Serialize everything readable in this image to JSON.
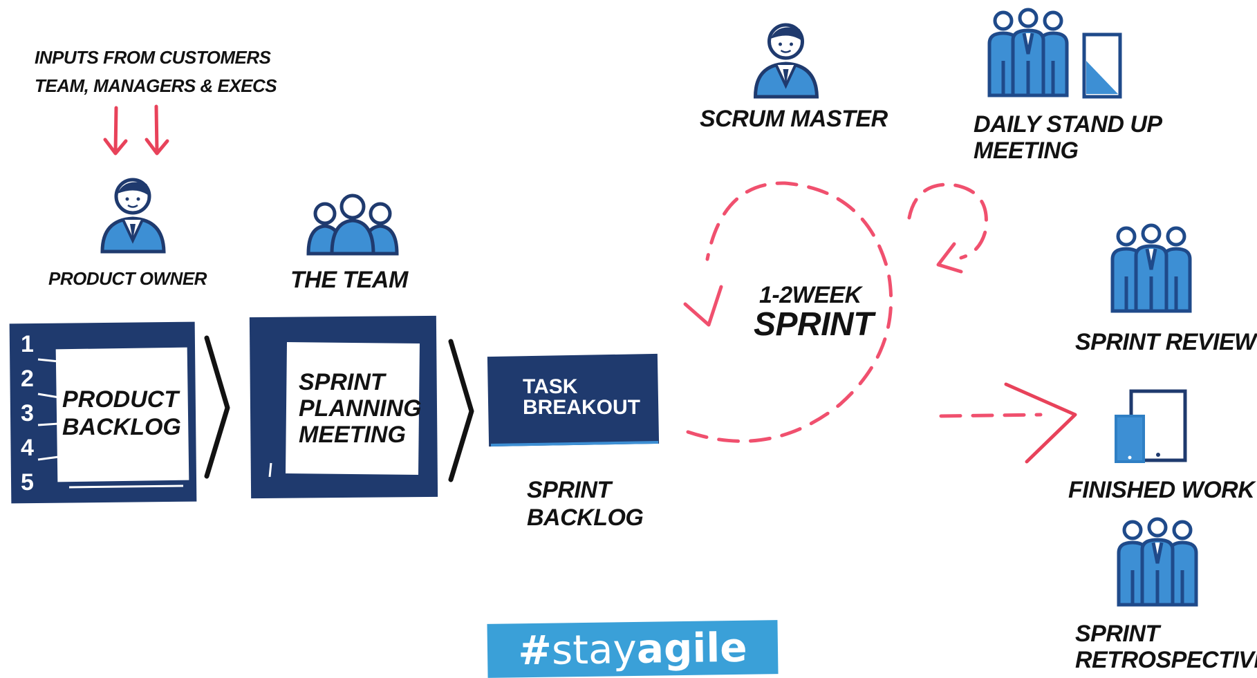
{
  "labels": {
    "inputs_line1": "INPUTS FROM CUSTOMERS",
    "inputs_line2": "TEAM, MANAGERS & EXECS",
    "product_owner": "PRODUCT OWNER",
    "the_team": "THE TEAM",
    "scrum_master": "SCRUM MASTER",
    "daily_standup_line1": "DAILY STAND UP",
    "daily_standup_line2": "MEETING",
    "sprint_length_line1": "1-2WEEK",
    "sprint_length_line2": "SPRINT",
    "sprint_review": "SPRINT REVIEW",
    "finished_work": "FINISHED WORK",
    "sprint_retro_line1": "SPRINT",
    "sprint_retro_line2": "RETROSPECTIVE",
    "sprint_backlog_line1": "SPRINT",
    "sprint_backlog_line2": "BACKLOG"
  },
  "boxes": {
    "product_backlog": {
      "line1": "PRODUCT",
      "line2": "BACKLOG",
      "numbers": [
        "1",
        "2",
        "3",
        "4",
        "5"
      ]
    },
    "sprint_planning": {
      "line1": "SPRINT",
      "line2": "PLANNING",
      "line3": "MEETING"
    },
    "task_breakout": {
      "line1": "TASK",
      "line2": "BREAKOUT"
    }
  },
  "hashtag": {
    "hash": "#",
    "thin": "stay",
    "bold": "agile"
  },
  "colors": {
    "navy": "#1f3a6e",
    "person_blue": "#3d8fd4",
    "dark_blue": "#1f4a8a",
    "dashed_red": "#f0506e",
    "arrow_red": "#e8425a",
    "hashtag_bg": "#3aa0d8"
  },
  "icons": {
    "product_owner": "person-icon",
    "team": "group-icon",
    "scrum_master": "person-icon",
    "standup": "team-with-board-icon",
    "review": "team-icon",
    "finished": "devices-icon",
    "retrospective": "team-icon"
  }
}
